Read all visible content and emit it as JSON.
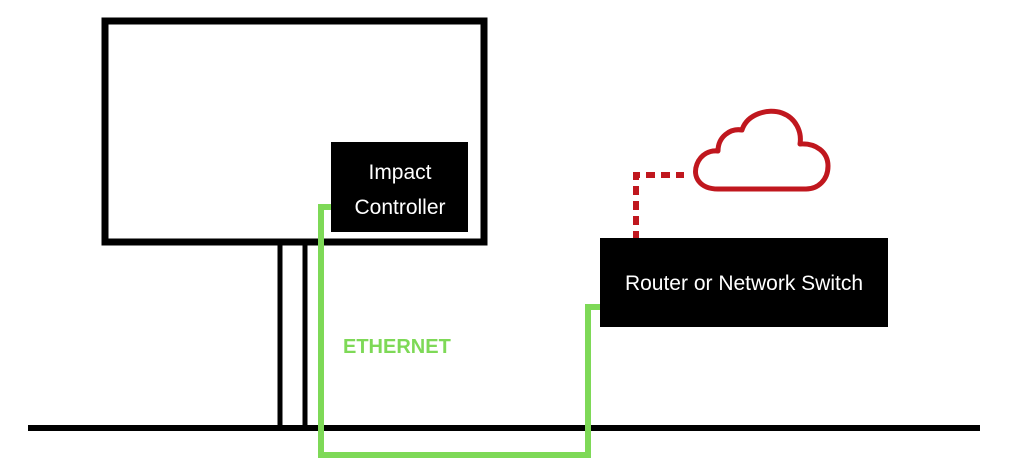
{
  "colors": {
    "outline": "#000000",
    "ethernet": "#7ed957",
    "internet_link": "#c0171e",
    "cloud": "#c0171e",
    "box_fill": "#000000",
    "box_text": "#ffffff"
  },
  "devices": {
    "controller": {
      "line1": "Impact",
      "line2": "Controller"
    },
    "router": {
      "label": "Router or Network Switch"
    }
  },
  "cable": {
    "label": "ETHERNET"
  },
  "icons": {
    "cloud": "cloud-icon"
  }
}
